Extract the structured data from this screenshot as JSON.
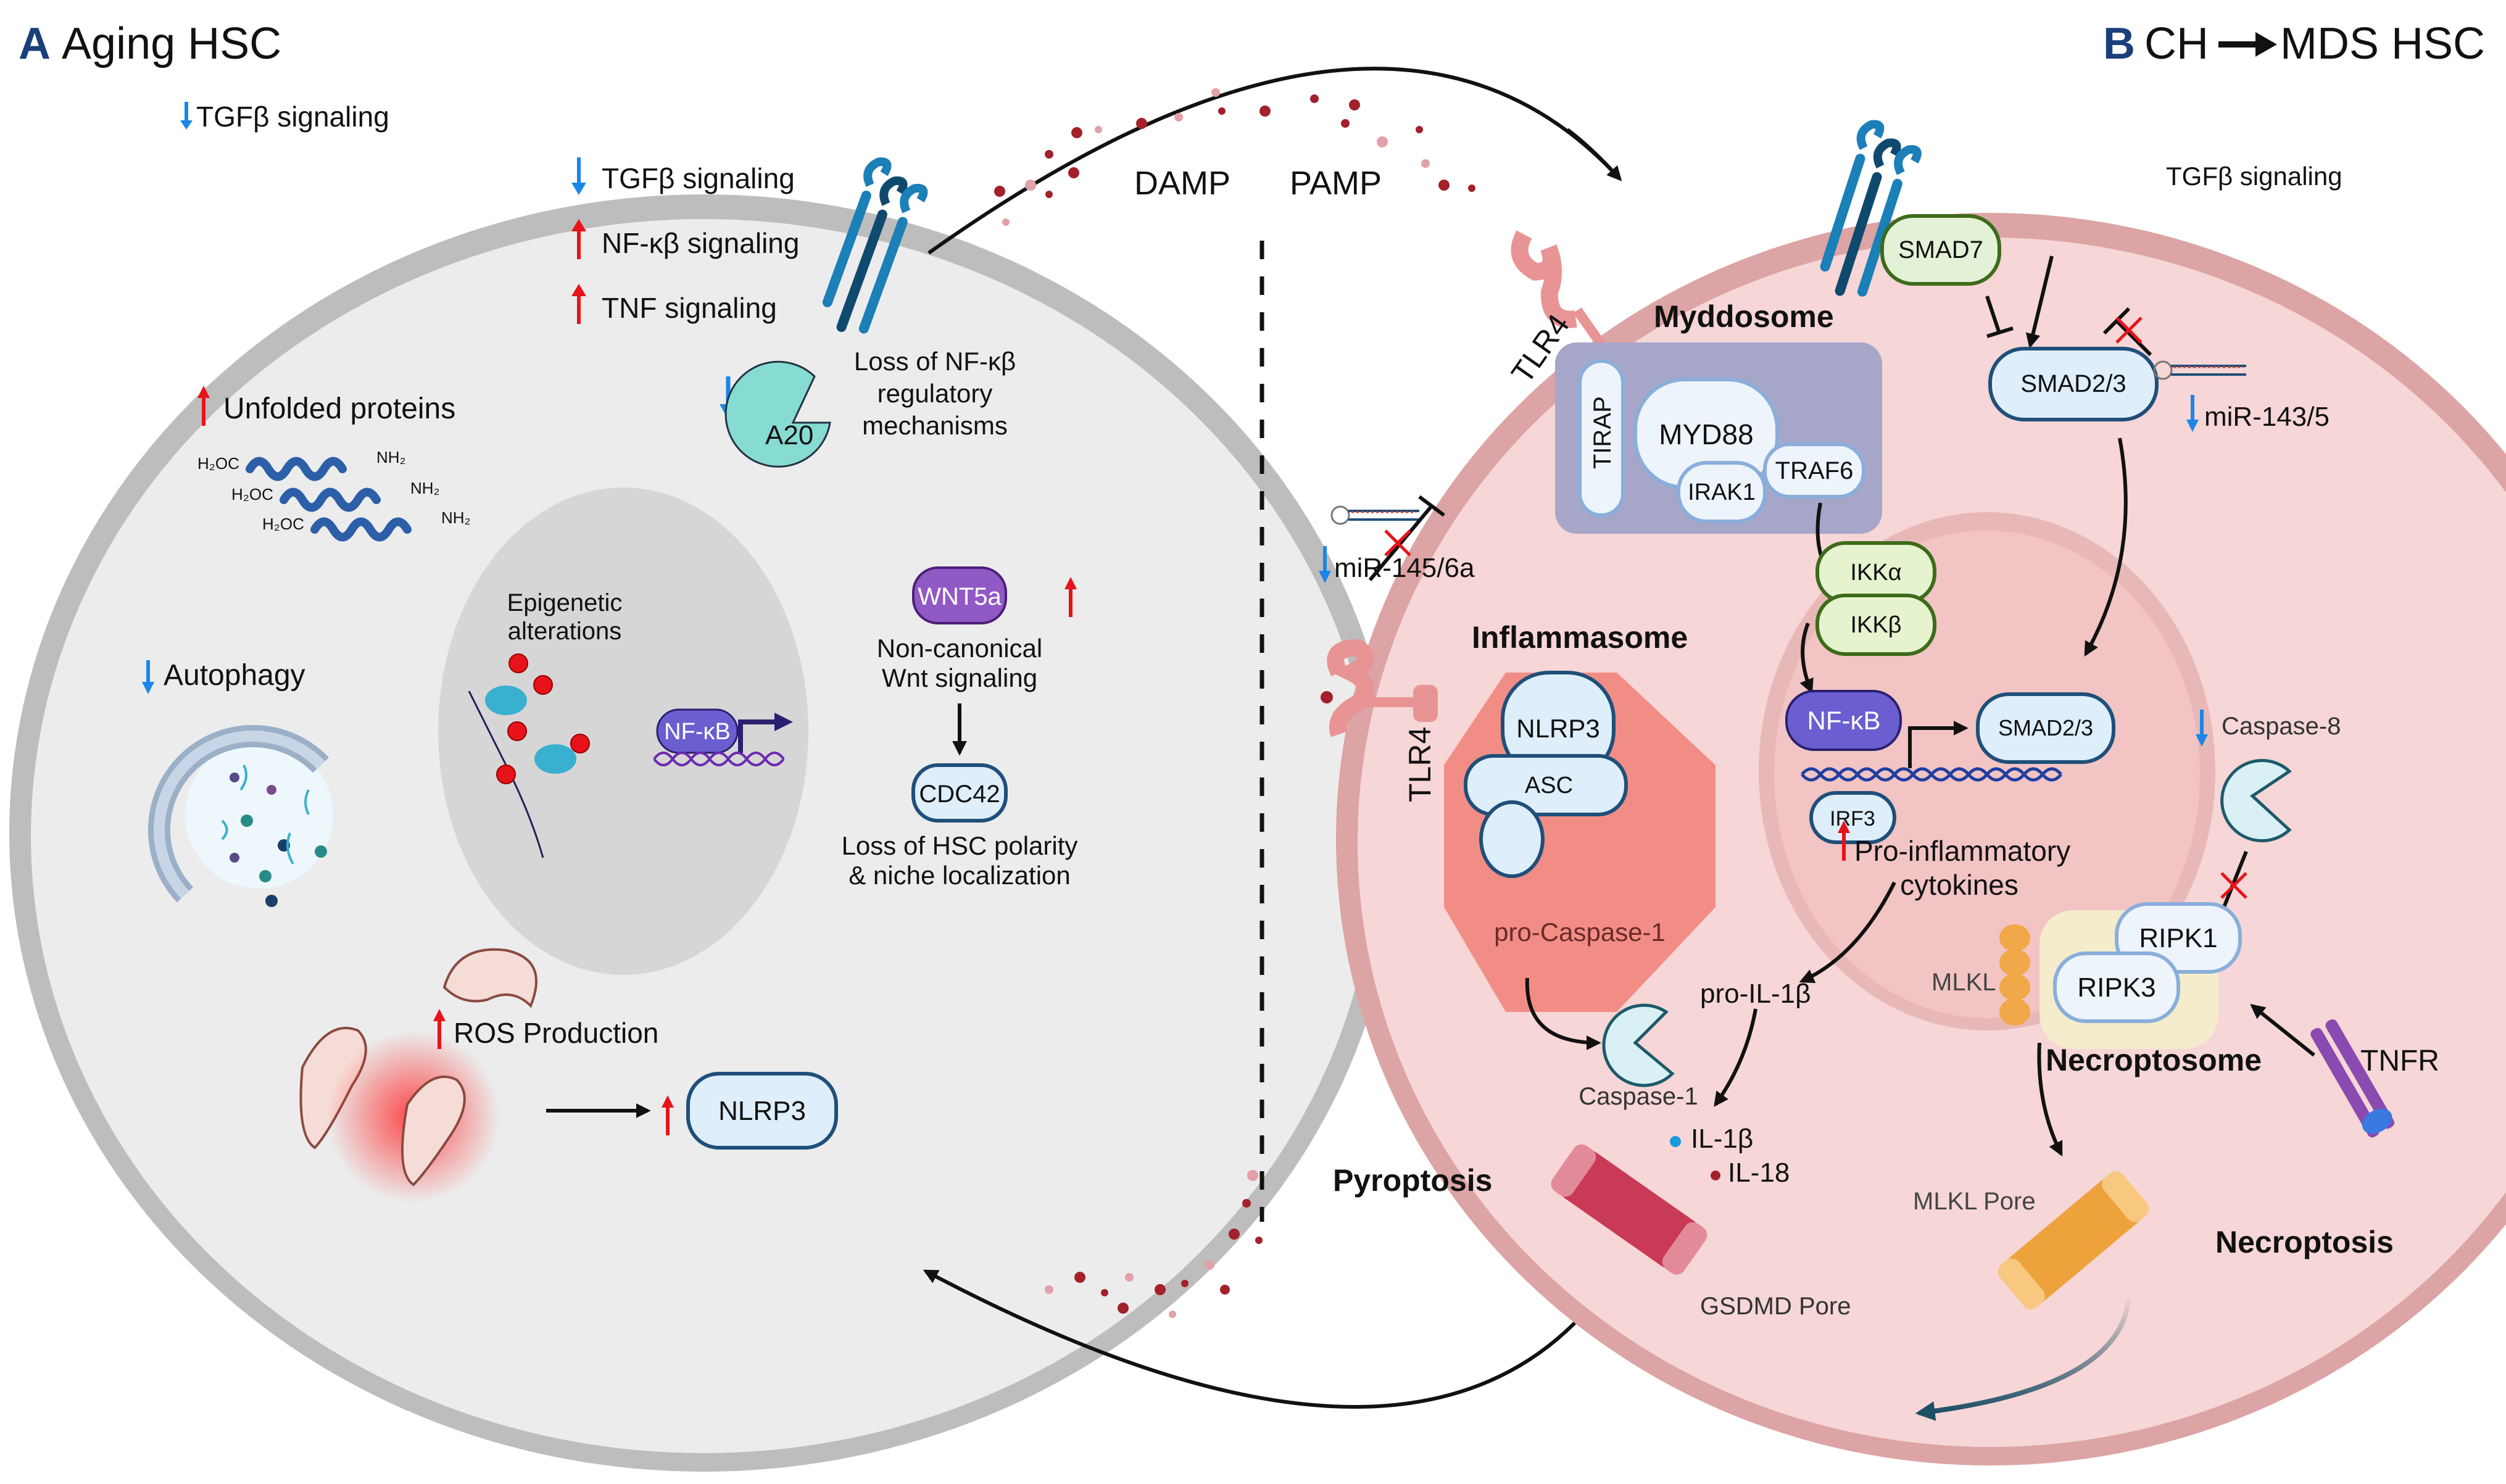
{
  "panel_a": {
    "letter": "A",
    "title": "Aging HSC",
    "signals": [
      {
        "direction": "down",
        "label": "TGFβ signaling"
      },
      {
        "direction": "up",
        "label": "NF-κβ signaling"
      },
      {
        "direction": "up",
        "label": "TNF signaling"
      }
    ],
    "a20": {
      "label": "A20",
      "direction": "down",
      "text_lines": [
        "Loss of NF-κβ",
        "regulatory",
        "mechanisms"
      ]
    },
    "unfolded": {
      "direction": "up",
      "label": "Unfolded proteins",
      "left_group": "H₂OC",
      "right_group": "NH₂"
    },
    "autophagy": {
      "direction": "down",
      "label": "Autophagy"
    },
    "nucleus": {
      "epigenetic_lines": [
        "Epigenetic",
        "alterations"
      ],
      "nfkb": "NF-κB"
    },
    "wnt": {
      "label": "WNT5a",
      "direction": "up",
      "text_lines": [
        "Non-canonical",
        "Wnt signaling"
      ]
    },
    "cdc42": {
      "label": "CDC42",
      "text_lines": [
        "Loss of HSC polarity",
        "& niche localization"
      ]
    },
    "ros": {
      "direction": "up",
      "label": "ROS Production"
    },
    "nlrp3": {
      "label": "NLRP3",
      "direction": "up"
    }
  },
  "center": {
    "damp": "DAMP",
    "pamp": "PAMP"
  },
  "panel_b": {
    "letter": "B",
    "title_left": "CH",
    "title_right": "MDS HSC",
    "tgfb_label": "TGFβ signaling",
    "tlr4_top": "TLR4",
    "tlr4_side": "TLR4",
    "myddosome": {
      "title": "Myddosome",
      "tirap": "TIRAP",
      "myd88": "MYD88",
      "irak1": "IRAK1",
      "traf6": "TRAF6"
    },
    "mir145": {
      "direction": "down",
      "label": "miR-145/6a"
    },
    "smad7": "SMAD7",
    "smad23_cyto": "SMAD2/3",
    "mir143": {
      "direction": "down",
      "label": "miR-143/5"
    },
    "ikka": "IKKα",
    "ikkb": "IKKβ",
    "nfkb": "NF-κB",
    "smad23_nuc": "SMAD2/3",
    "irf3": "IRF3",
    "cytokines": {
      "direction": "up",
      "text_lines": [
        "Pro-inflammatory",
        "cytokines"
      ]
    },
    "inflammasome": {
      "title": "Inflammasome",
      "nlrp3": "NLRP3",
      "asc": "ASC",
      "pro_caspase": "pro-Caspase-1"
    },
    "caspase8": {
      "direction": "down",
      "label": "Caspase-8"
    },
    "caspase1": "Caspase-1",
    "pro_il1b": "pro-IL-1β",
    "il1b": "IL-1β",
    "il18": "IL-18",
    "mlkl": "MLKL",
    "ripk1": "RIPK1",
    "ripk3": "RIPK3",
    "necroptosome": "Necroptosome",
    "tnfr": "TNFR",
    "pyroptosis": "Pyroptosis",
    "gsdmd": "GSDMD Pore",
    "mlkl_pore": "MLKL Pore",
    "necroptosis": "Necroptosis"
  },
  "colors": {
    "panel_letter": "#1a3f7a",
    "up_arrow": "#e8131a",
    "down_arrow": "#1a86e8",
    "aging_cell": "#ececec",
    "aging_membrane": "#bdbdbd",
    "mds_cell": "#f6d6d6",
    "mds_membrane": "#dca4a4",
    "damp_dot": "#a3212b"
  }
}
